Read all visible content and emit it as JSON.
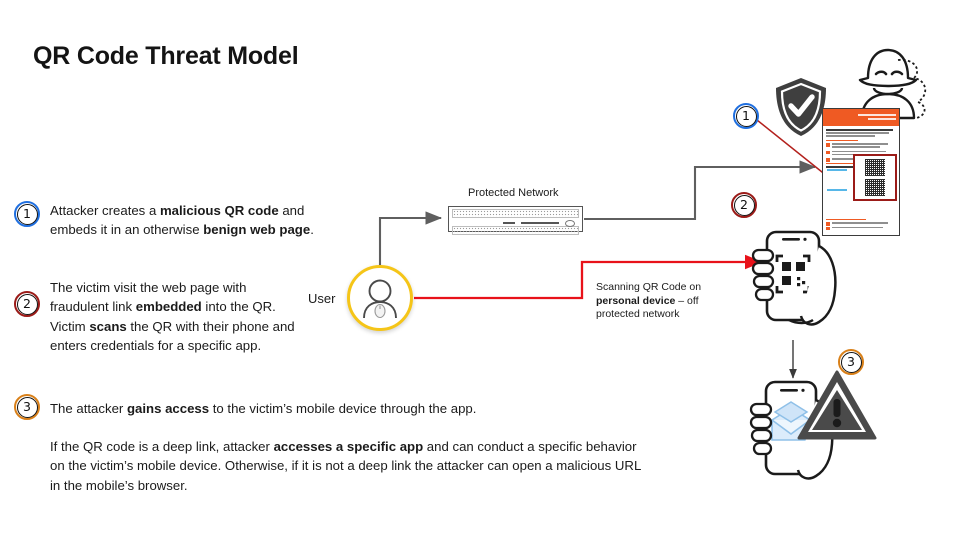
{
  "page": {
    "title": "QR Code Threat Model",
    "background": "#ffffff"
  },
  "colors": {
    "step1": "#1f6fe0",
    "step2": "#9b1b18",
    "step3": "#d98019",
    "user_ring": "#f5c518",
    "attack_arrow": "#e8121a",
    "network_arrow": "#5f5f5f",
    "page_header": "#ef5a23",
    "shield": "#3f3f3f",
    "warning": "#4a4a4a"
  },
  "steps": [
    {
      "number": "1",
      "color": "#1f6fe0",
      "text_runs": [
        {
          "t": "Attacker creates a ",
          "b": false
        },
        {
          "t": "malicious QR code",
          "b": true
        },
        {
          "t": " and embeds it in an otherwise ",
          "b": false
        },
        {
          "t": "benign web page",
          "b": true
        },
        {
          "t": ".",
          "b": false
        }
      ]
    },
    {
      "number": "2",
      "color": "#9b1b18",
      "text_runs": [
        {
          "t": "The victim visit the web page with fraudulent link ",
          "b": false
        },
        {
          "t": "embedded",
          "b": true
        },
        {
          "t": " into the QR. Victim ",
          "b": false
        },
        {
          "t": "scans",
          "b": true
        },
        {
          "t": " the QR with their phone and enters credentials for a specific app.",
          "b": false
        }
      ]
    },
    {
      "number": "3",
      "color": "#d98019",
      "text_runs": [
        {
          "t": "The attacker ",
          "b": false
        },
        {
          "t": "gains access",
          "b": true
        },
        {
          "t": " to the victim’s mobile device through the app.",
          "b": false
        }
      ]
    }
  ],
  "closing_paragraph": {
    "text_runs": [
      {
        "t": "If the QR code is a deep link, attacker ",
        "b": false
      },
      {
        "t": "accesses a specific app",
        "b": true
      },
      {
        "t": " and can conduct a specific behavior on the victim’s mobile device. Otherwise, if it is not a deep link the attacker can open a malicious URL in the mobile’s browser.",
        "b": false
      }
    ]
  },
  "diagram": {
    "network_label": "Protected Network",
    "user_label": "User",
    "scan_note_runs": [
      {
        "t": "Scanning QR Code on ",
        "b": false
      },
      {
        "t": "personal device",
        "b": true
      },
      {
        "t": " – off protected network",
        "b": false
      }
    ],
    "marker_one": "1",
    "marker_two": "2",
    "marker_three": "3",
    "icons": {
      "user": "person-icon",
      "firewall": "firewall-appliance-icon",
      "shield": "shield-check-icon",
      "attacker": "hacker-silhouette-icon",
      "webpage": "web-page-mockup",
      "qr_code": "qr-code-icon",
      "phone_scan": "hand-holding-phone-scanning-icon",
      "phone_mail": "hand-holding-phone-mail-icon",
      "warning": "warning-triangle-icon"
    }
  }
}
